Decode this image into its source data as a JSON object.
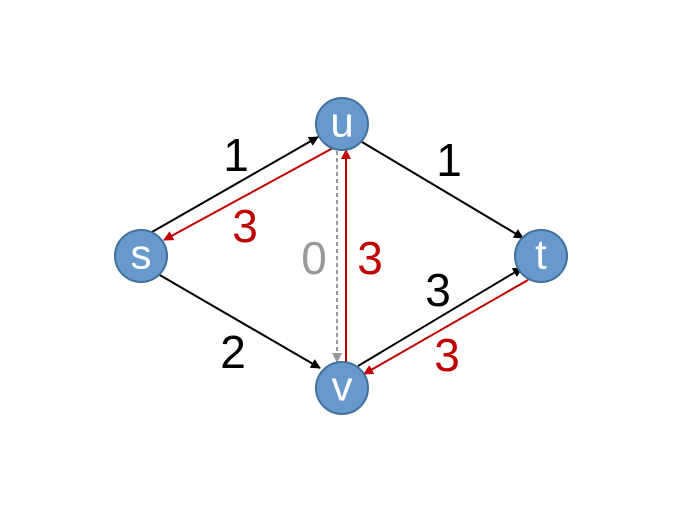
{
  "colors": {
    "node_fill": "#6899cd",
    "node_stroke": "#41719c",
    "forward": "#000000",
    "residual": "#c00000",
    "zero": "#999999"
  },
  "nodes": [
    {
      "id": "s",
      "label": "s"
    },
    {
      "id": "u",
      "label": "u"
    },
    {
      "id": "t",
      "label": "t"
    },
    {
      "id": "v",
      "label": "v"
    }
  ],
  "edges": [
    {
      "id": "s-u",
      "from": "s",
      "to": "u",
      "label": "1",
      "kind": "forward"
    },
    {
      "id": "u-s",
      "from": "u",
      "to": "s",
      "label": "3",
      "kind": "residual"
    },
    {
      "id": "u-t",
      "from": "u",
      "to": "t",
      "label": "1",
      "kind": "forward"
    },
    {
      "id": "s-v",
      "from": "s",
      "to": "v",
      "label": "2",
      "kind": "forward"
    },
    {
      "id": "u-v",
      "from": "u",
      "to": "v",
      "label": "0",
      "kind": "zero"
    },
    {
      "id": "v-u",
      "from": "v",
      "to": "u",
      "label": "3",
      "kind": "residual"
    },
    {
      "id": "v-t",
      "from": "v",
      "to": "t",
      "label": "3",
      "kind": "forward"
    },
    {
      "id": "t-v",
      "from": "t",
      "to": "v",
      "label": "3",
      "kind": "residual"
    }
  ]
}
